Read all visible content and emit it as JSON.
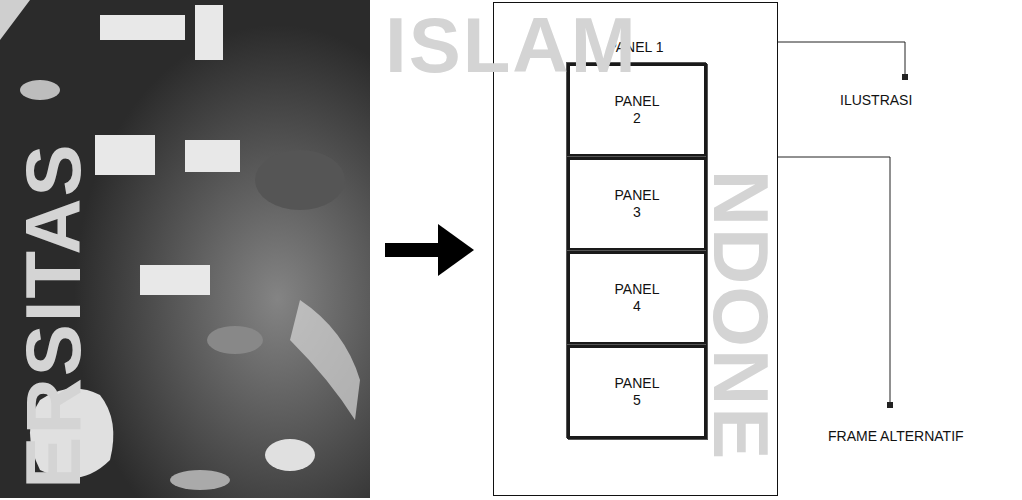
{
  "diagram": {
    "nodes": [
      {
        "text": [
          "PANEL 1"
        ]
      },
      {
        "text": [
          "PANEL 2"
        ],
        "in": 0
      },
      {
        "text": [
          "PANEL 3"
        ],
        "in": 0
      },
      {
        "text": [
          "PANEL 4"
        ],
        "in": 0
      },
      {
        "text": [
          "PANEL 5"
        ],
        "in": 0
      }
    ],
    "labels": [
      "ILUSTRASI",
      "FRAME ALTERNATIF",
      "ISLAM",
      "ERSITAS",
      "NDONE"
    ]
  }
}
